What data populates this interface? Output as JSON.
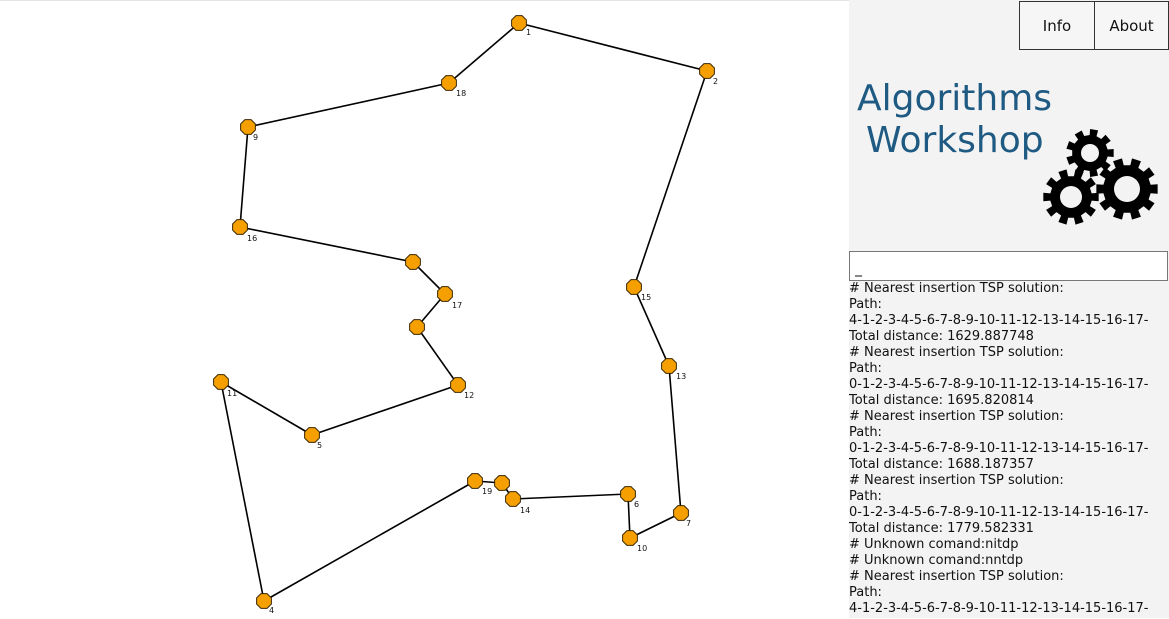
{
  "buttons": {
    "info": "Info",
    "about": "About"
  },
  "title": {
    "line1": "Algorithms",
    "line2": "Workshop"
  },
  "icons": {
    "logo": "gears-icon"
  },
  "colors": {
    "title": "#1f5a83",
    "node_fill": "#f5a000",
    "node_stroke": "#3a2600",
    "edge": "#000000"
  },
  "input": {
    "value": "_"
  },
  "console": {
    "lines": [
      "# Nearest insertion TSP solution:",
      "Path:",
      "4-1-2-3-4-5-6-7-8-9-10-11-12-13-14-15-16-17-",
      "Total distance: 1629.887748",
      "# Nearest insertion TSP solution:",
      "Path:",
      "0-1-2-3-4-5-6-7-8-9-10-11-12-13-14-15-16-17-",
      "Total distance: 1695.820814",
      "# Nearest insertion TSP solution:",
      "Path:",
      "0-1-2-3-4-5-6-7-8-9-10-11-12-13-14-15-16-17-",
      "Total distance: 1688.187357",
      "# Nearest insertion TSP solution:",
      "Path:",
      "0-1-2-3-4-5-6-7-8-9-10-11-12-13-14-15-16-17-",
      "Total distance: 1779.582331",
      "# Unknown comand:nitdp",
      "# Unknown comand:nntdp",
      "# Nearest insertion TSP solution:",
      "Path:",
      "4-1-2-3-4-5-6-7-8-9-10-11-12-13-14-15-16-17-"
    ]
  },
  "graph": {
    "nodes": [
      {
        "id": "n1",
        "label": "1"
      },
      {
        "id": "n2",
        "label": "2"
      },
      {
        "id": "n15",
        "label": "15"
      },
      {
        "id": "n13",
        "label": "13"
      },
      {
        "id": "n7",
        "label": "7"
      },
      {
        "id": "n10",
        "label": "10"
      },
      {
        "id": "n6",
        "label": "6"
      },
      {
        "id": "n14",
        "label": "14"
      },
      {
        "id": "n3",
        "label": ""
      },
      {
        "id": "n19",
        "label": "19"
      },
      {
        "id": "n4",
        "label": "4"
      },
      {
        "id": "n11",
        "label": "11"
      },
      {
        "id": "n5",
        "label": "5"
      },
      {
        "id": "n12",
        "label": "12"
      },
      {
        "id": "n8",
        "label": ""
      },
      {
        "id": "n17",
        "label": "17"
      },
      {
        "id": "n0",
        "label": ""
      },
      {
        "id": "n16",
        "label": "16"
      },
      {
        "id": "n9",
        "label": "9"
      },
      {
        "id": "n18",
        "label": "18"
      }
    ],
    "tour": [
      "n1",
      "n2",
      "n15",
      "n13",
      "n7",
      "n10",
      "n6",
      "n14",
      "n3",
      "n19",
      "n4",
      "n11",
      "n5",
      "n12",
      "n8",
      "n17",
      "n0",
      "n16",
      "n9",
      "n18",
      "n1"
    ]
  }
}
